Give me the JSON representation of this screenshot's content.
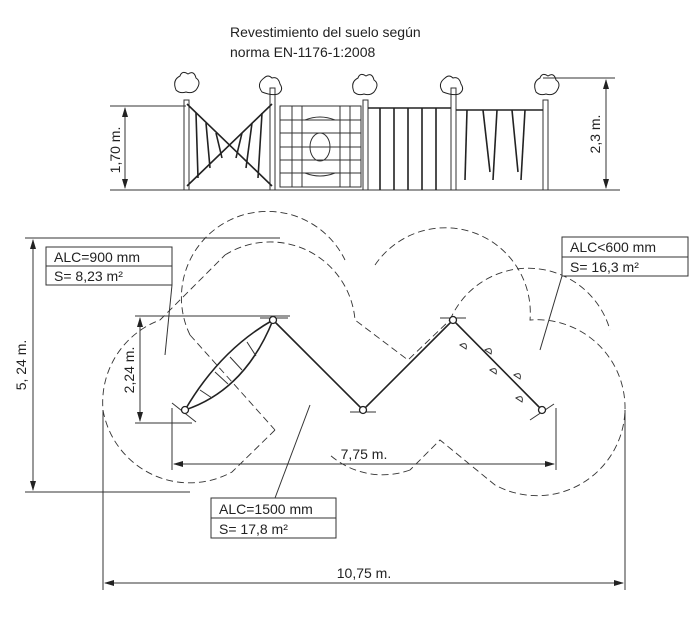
{
  "title_line1": "Revestimiento del suelo según",
  "title_line2": "norma EN-1176-1:2008",
  "elevation": {
    "height_left": "1,70 m.",
    "height_right": "2,3 m."
  },
  "plan": {
    "depth": "5, 24 m.",
    "net_height": "2,24 m.",
    "inner_width": "7,75 m.",
    "total_width": "10,75 m.",
    "zones": [
      {
        "alc": "ALC=900 mm",
        "area": "S= 8,23 m²"
      },
      {
        "alc": "ALC<600 mm",
        "area": "S= 16,3 m²"
      },
      {
        "alc": "ALC=1500 mm",
        "area": "S= 17,8 m²"
      }
    ]
  }
}
